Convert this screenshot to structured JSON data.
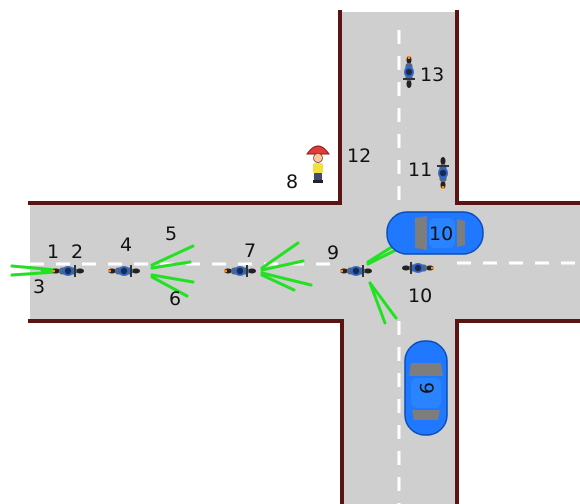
{
  "colors": {
    "road": "#cfcfcf",
    "curb": "#5a1414",
    "lane_mark": "#ffffff",
    "car_body": "#1f78ff",
    "car_glass": "#7d7d7d",
    "vision_line": "#22e022",
    "background": "#ffffff"
  },
  "icons": {
    "motorcycle": "motorcycle-icon",
    "car": "car-icon",
    "pedestrian": "pedestrian-with-umbrella-icon"
  },
  "labels": {
    "l1": "1",
    "l2": "2",
    "l3": "3",
    "l4": "4",
    "l5": "5",
    "l6": "6",
    "l7": "7",
    "l8": "8",
    "l9": "9",
    "l10_lower": "10",
    "l11": "11",
    "l12": "12",
    "l13": "13"
  },
  "cars": {
    "car_east": "10",
    "car_south": "9"
  }
}
